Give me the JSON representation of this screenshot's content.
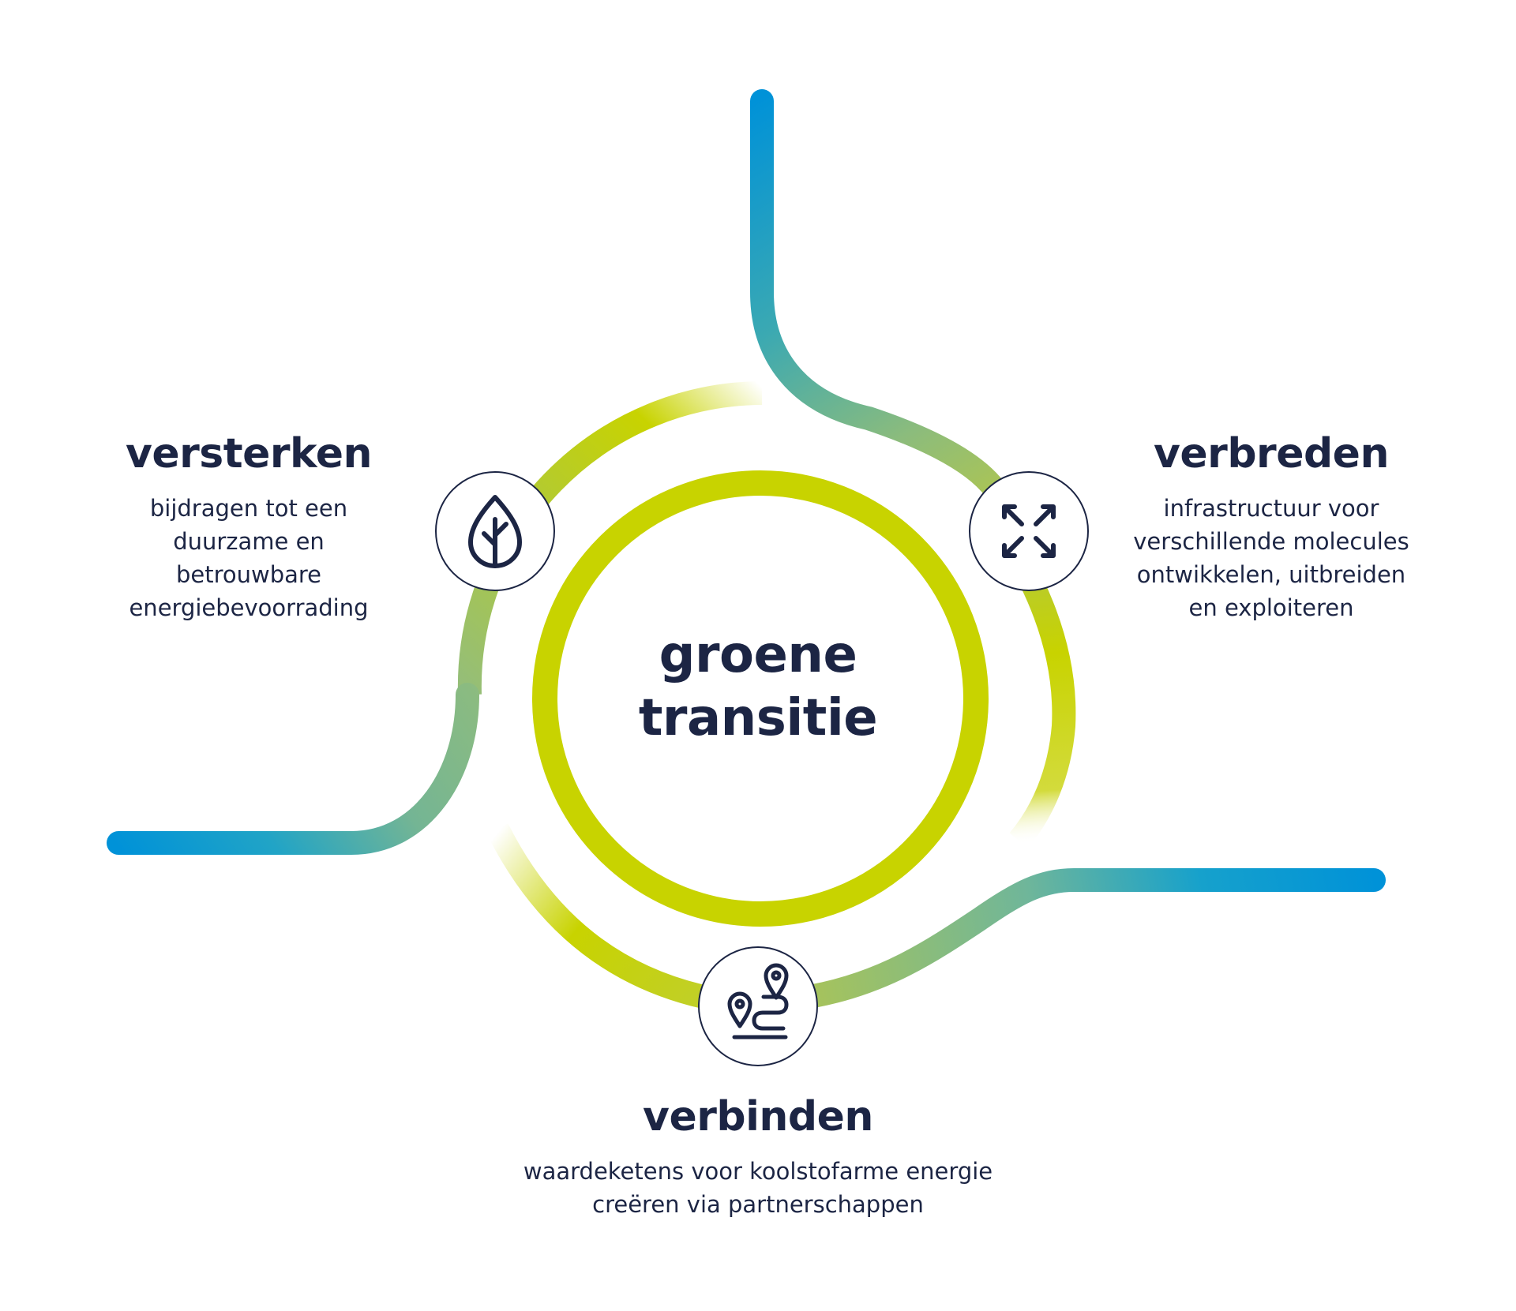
{
  "center": {
    "line1": "groene",
    "line2": "transitie"
  },
  "left": {
    "title": "versterken",
    "text": [
      "bijdragen tot een",
      "duurzame en",
      "betrouwbare",
      "energiebevoorrading"
    ],
    "icon": "leaf-icon"
  },
  "right": {
    "title": "verbreden",
    "text": [
      "infrastructuur voor",
      "verschillende molecules",
      "ontwikkelen, uitbreiden",
      "en exploiteren"
    ],
    "icon": "expand-arrows-icon"
  },
  "bottom": {
    "title": "verbinden",
    "text": [
      "waardeketens voor koolstofarme energie",
      "creëren via partnerschappen"
    ],
    "icon": "route-pins-icon"
  },
  "colors": {
    "navy": "#1c2544",
    "lime": "#c8d300",
    "blue": "#0092d8",
    "teal": "#2fa8b8"
  }
}
